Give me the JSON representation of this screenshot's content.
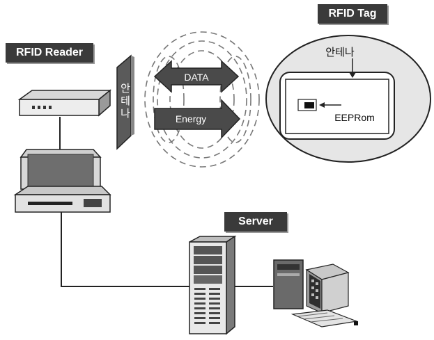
{
  "labels": {
    "rfid_reader": "RFID Reader",
    "rfid_tag": "RFID Tag",
    "server": "Server"
  },
  "reader_antenna": {
    "text_chars": [
      "안",
      "테",
      "나"
    ]
  },
  "arrows": {
    "data": "DATA",
    "energy": "Energy"
  },
  "tag": {
    "antenna_label": "안테나",
    "chip_label": "EEPRom"
  },
  "colors": {
    "dark_box": "#3a3a3a",
    "arrow_fill": "#4a4a4a",
    "ellipse_fill": "#e6e6e6",
    "line": "#222222"
  }
}
